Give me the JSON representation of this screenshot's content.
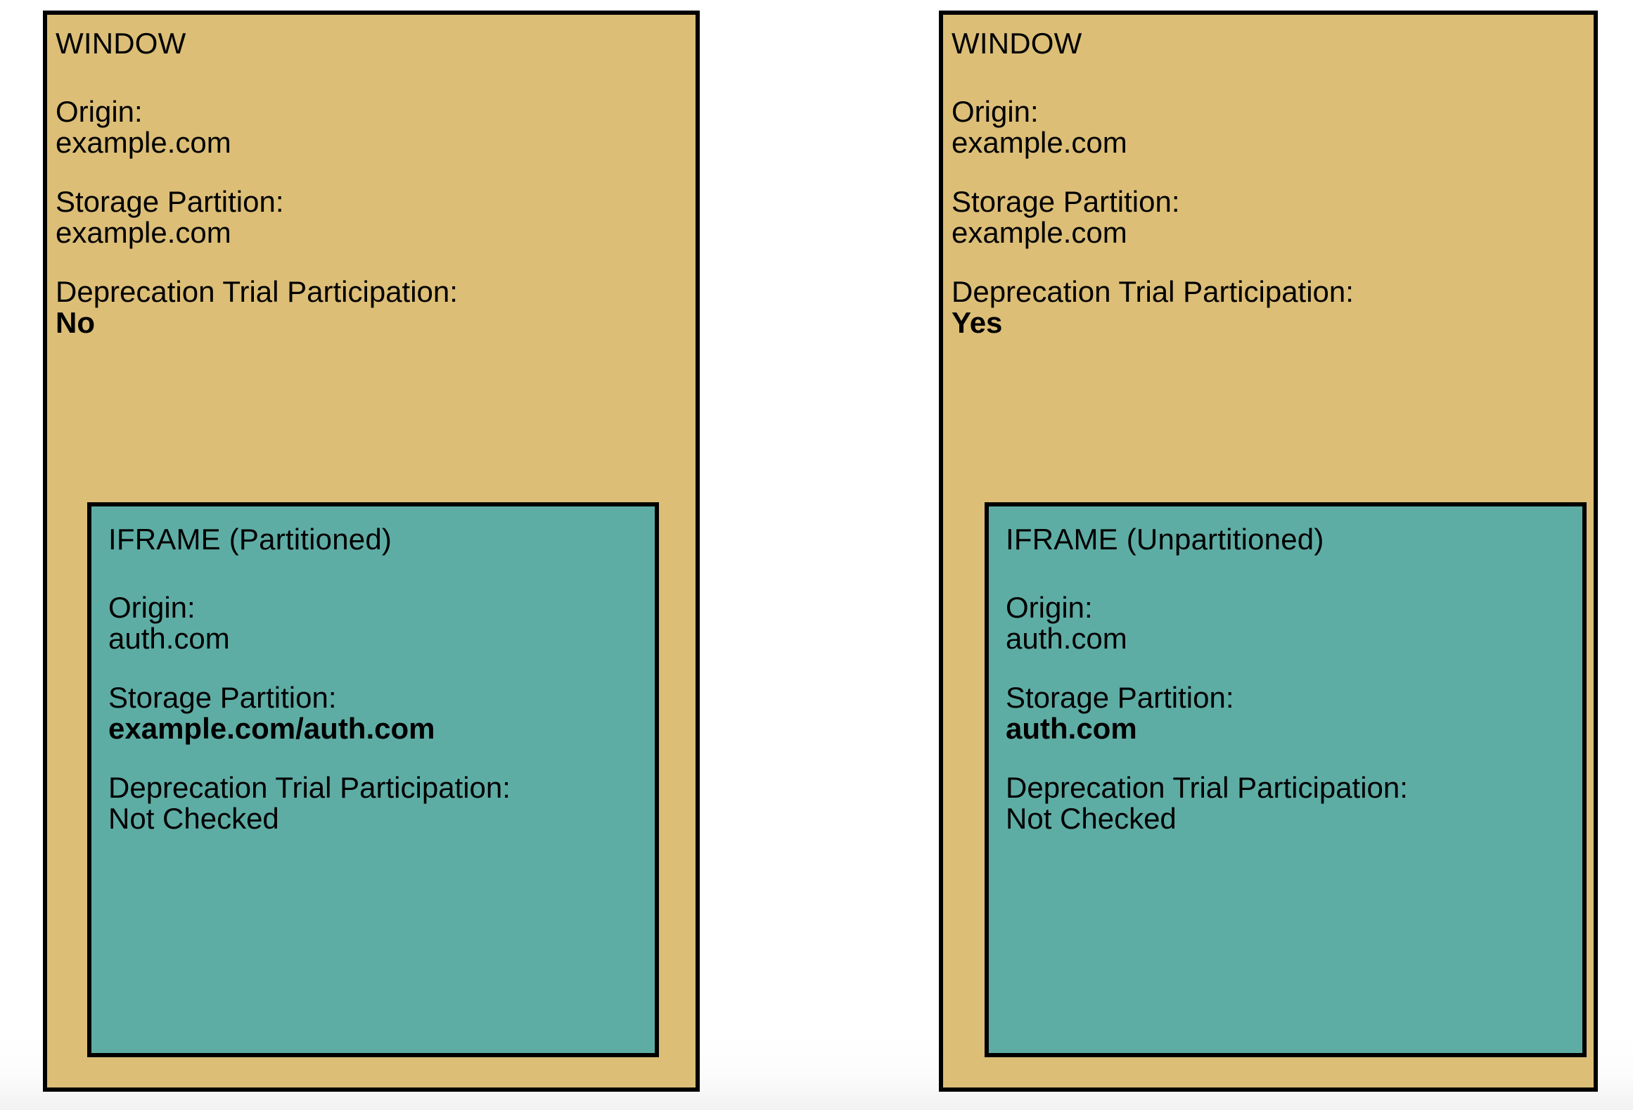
{
  "colors": {
    "window_fill": "#DCBE77",
    "iframe_fill": "#5EADA5",
    "border": "#000000",
    "text": "#000000",
    "page_background": "#FFFFFF"
  },
  "panels": [
    {
      "id": "left",
      "window": {
        "title": "WINDOW",
        "fields": [
          {
            "label": "Origin:",
            "value": "example.com",
            "bold": false
          },
          {
            "label": "Storage Partition:",
            "value": "example.com",
            "bold": false
          },
          {
            "label": "Deprecation Trial Participation:",
            "value": "No",
            "bold": true
          }
        ]
      },
      "iframe": {
        "title": "IFRAME (Partitioned)",
        "fields": [
          {
            "label": "Origin:",
            "value": "auth.com",
            "bold": false
          },
          {
            "label": "Storage Partition:",
            "value": "example.com/auth.com",
            "bold": true
          },
          {
            "label": "Deprecation Trial Participation:",
            "value": "Not Checked",
            "bold": false
          }
        ]
      }
    },
    {
      "id": "right",
      "window": {
        "title": "WINDOW",
        "fields": [
          {
            "label": "Origin:",
            "value": "example.com",
            "bold": false
          },
          {
            "label": "Storage Partition:",
            "value": "example.com",
            "bold": false
          },
          {
            "label": "Deprecation Trial Participation:",
            "value": "Yes",
            "bold": true
          }
        ]
      },
      "iframe": {
        "title": "IFRAME (Unpartitioned)",
        "fields": [
          {
            "label": "Origin:",
            "value": "auth.com",
            "bold": false
          },
          {
            "label": "Storage Partition:",
            "value": "auth.com",
            "bold": true
          },
          {
            "label": "Deprecation Trial Participation:",
            "value": "Not Checked",
            "bold": false
          }
        ]
      }
    }
  ]
}
